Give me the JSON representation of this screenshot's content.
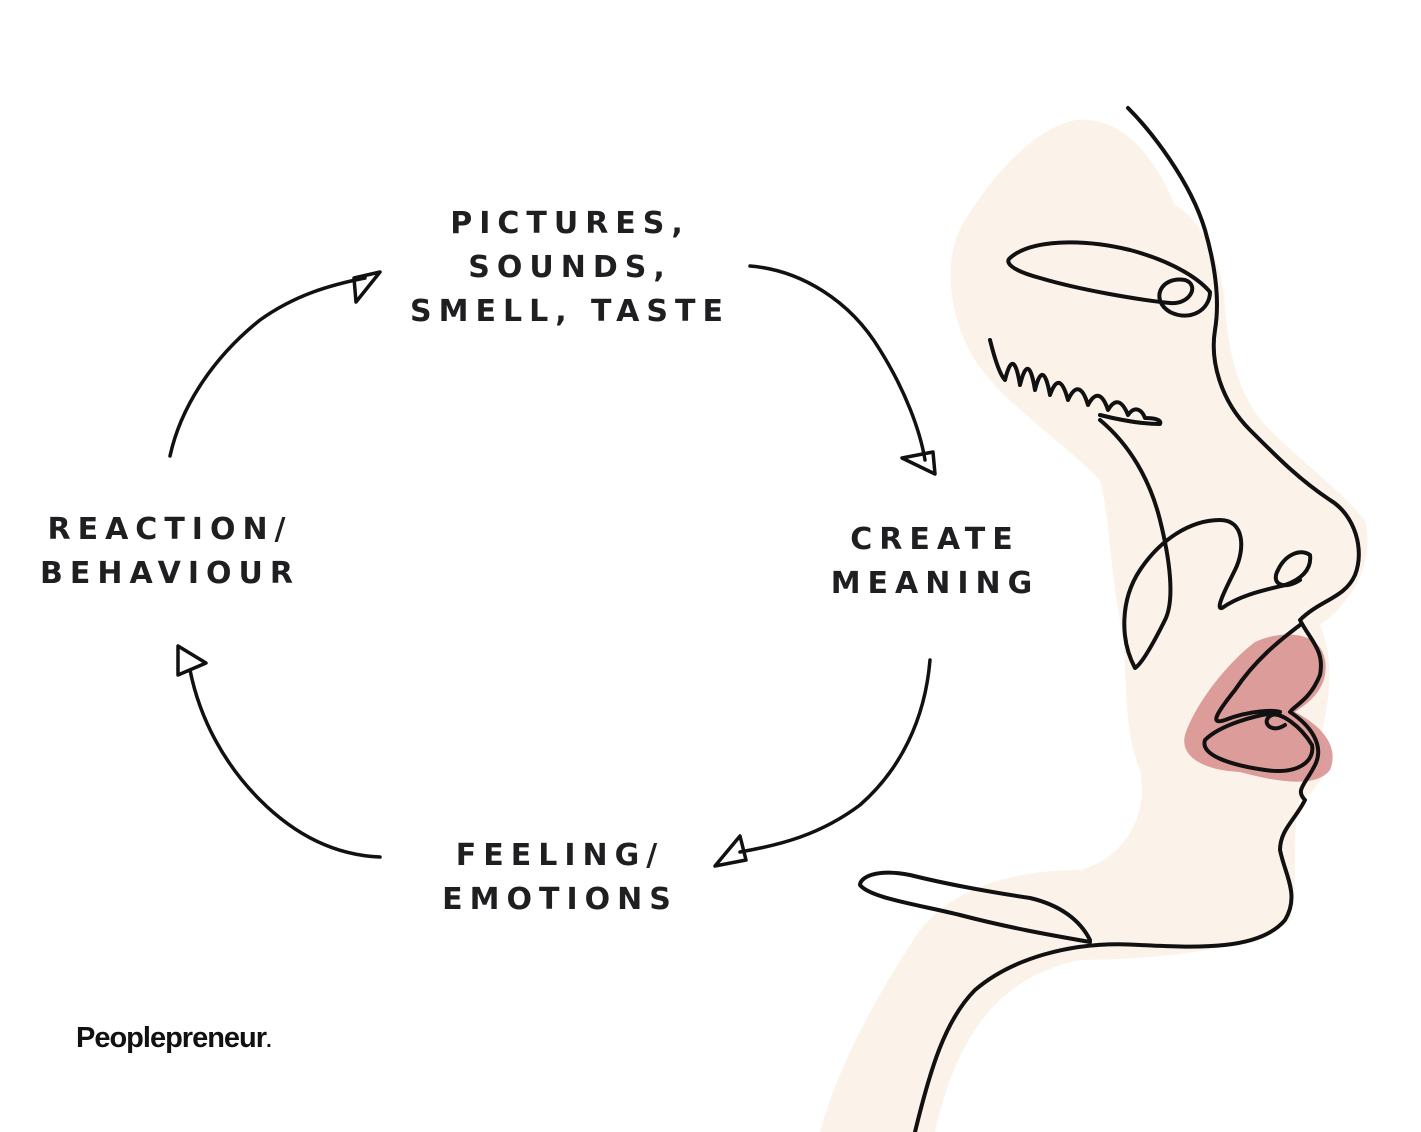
{
  "diagram": {
    "nodes": [
      {
        "id": "pictures",
        "lines": [
          "PICTURES,",
          "SOUNDS,",
          "SMELL, TASTE"
        ]
      },
      {
        "id": "meaning",
        "lines": [
          "CREATE",
          "MEANING"
        ]
      },
      {
        "id": "feeling",
        "lines": [
          "FEELING/",
          "EMOTIONS"
        ]
      },
      {
        "id": "reaction",
        "lines": [
          "REACTION/",
          "BEHAVIOUR"
        ]
      }
    ],
    "edges": [
      {
        "from": "pictures",
        "to": "meaning"
      },
      {
        "from": "meaning",
        "to": "feeling"
      },
      {
        "from": "feeling",
        "to": "reaction"
      },
      {
        "from": "reaction",
        "to": "pictures"
      }
    ]
  },
  "brand": {
    "name": "Peoplepreneur",
    "suffix": "."
  },
  "colors": {
    "text": "#1f1f22",
    "line": "#111111",
    "skin": "#fbf3ea",
    "lips": "#d58c8c"
  }
}
